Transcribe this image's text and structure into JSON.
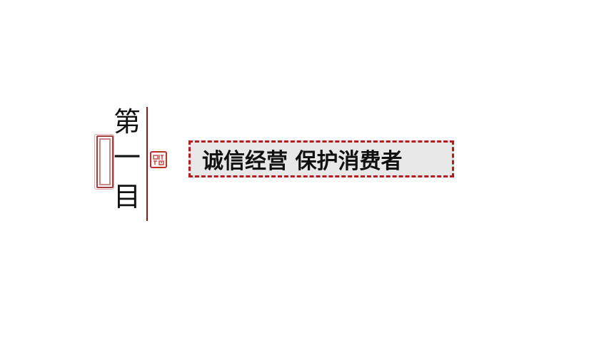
{
  "section_heading": {
    "chars": [
      "第",
      "一",
      "目"
    ]
  },
  "title_box": {
    "text": "诚信经营 保护消费者"
  },
  "colors": {
    "accent_red": "#b01e1e",
    "box_fill": "#e8e8e8",
    "text": "#111111"
  },
  "decor": {
    "seal_icon": "seal-stamp-icon",
    "frame_icon": "ornamental-frame-icon"
  }
}
